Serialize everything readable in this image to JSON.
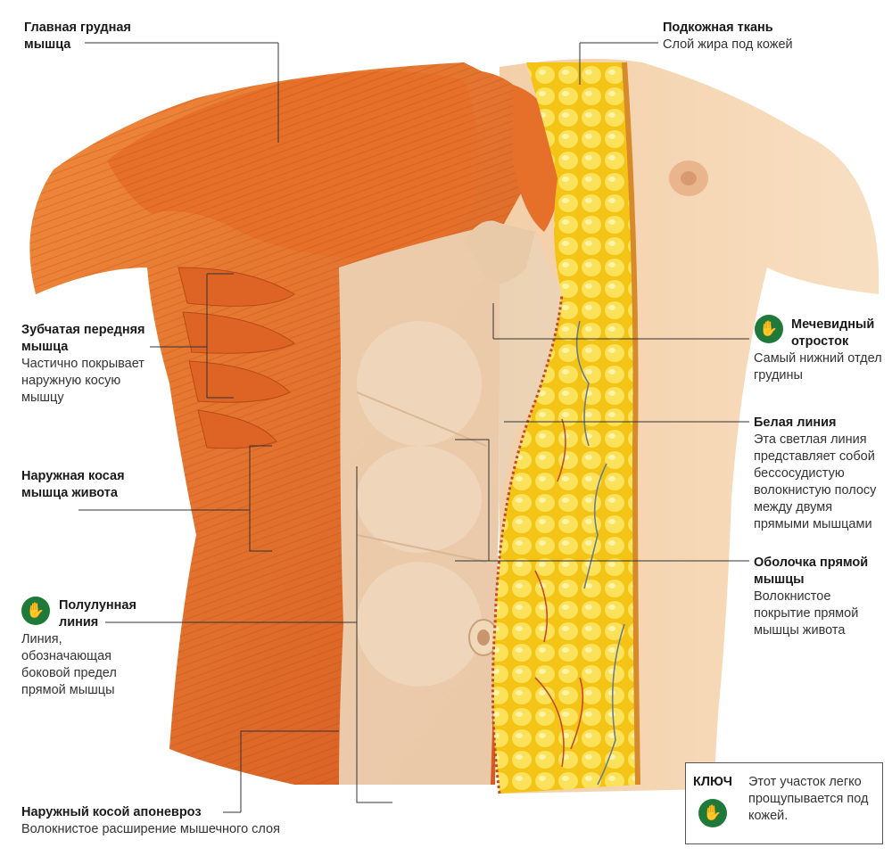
{
  "labels": {
    "pectoralis_title": "Главная грудная мышца",
    "subcutaneous_title": "Подкожная ткань",
    "subcutaneous_desc": "Слой жира под кожей",
    "serratus_title": "Зубчатая передняя мышца",
    "serratus_desc": "Частично покрывает наружную косую мышцу",
    "external_oblique_title": "Наружная косая мышца живота",
    "semilunar_title": "Полулунная линия",
    "semilunar_desc": "Линия, обозначающая боковой предел прямой мышцы",
    "aponeurosis_title": "Наружный косой апоневроз",
    "aponeurosis_desc": "Волокнистое расширение мышечного слоя",
    "xiphoid_title": "Мечевидный отросток",
    "xiphoid_desc": "Самый нижний отдел грудины",
    "linea_alba_title": "Белая линия",
    "linea_alba_desc": "Эта светлая линия представляет собой бессосудистую волокнистую полосу между двумя прямыми мышцами",
    "rectus_sheath_title": "Оболочка прямой мышцы",
    "rectus_sheath_desc": "Волокнистое покрытие прямой мышцы живота"
  },
  "key": {
    "title": "КЛЮЧ",
    "text": "Этот участок легко прощупывается под кожей.",
    "icon": "palpation-hand-icon"
  },
  "colors": {
    "muscle": "#e8732e",
    "muscle_dark": "#c9541c",
    "skin": "#f6d7b3",
    "fascia": "#ecd3b5",
    "fat": "#f5cc1c",
    "icon_green": "#1f7a3a"
  }
}
